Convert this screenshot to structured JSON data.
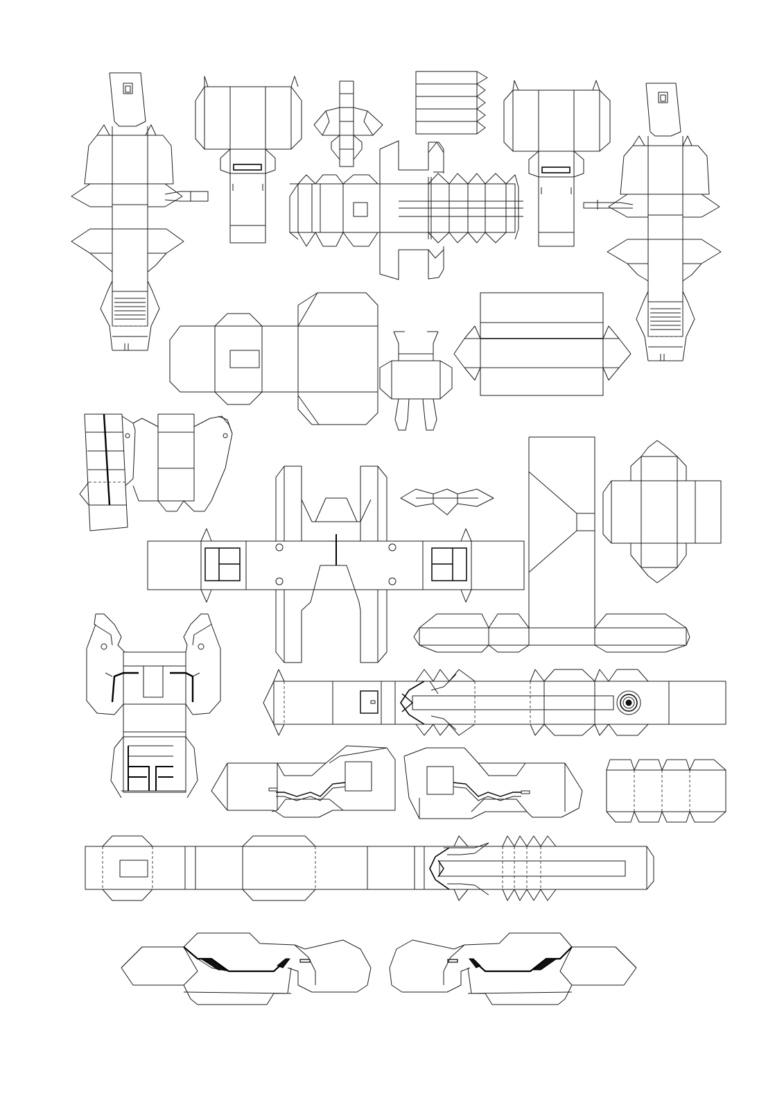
{
  "page": {
    "background": "#ffffff",
    "line_color": "#1a1a1a",
    "fold_line_color": "#444444"
  },
  "pieces": [
    {
      "id": "leg-left-long"
    },
    {
      "id": "head-block-left"
    },
    {
      "id": "shoulder-small-center"
    },
    {
      "id": "fin-strip-top"
    },
    {
      "id": "torso-cross-top"
    },
    {
      "id": "head-block-right"
    },
    {
      "id": "leg-right-long"
    },
    {
      "id": "chest-box"
    },
    {
      "id": "waist-clip"
    },
    {
      "id": "plate-box-right"
    },
    {
      "id": "folded-strip-left"
    },
    {
      "id": "hip-frame-large"
    },
    {
      "id": "bow-tab"
    },
    {
      "id": "tall-arm-panel"
    },
    {
      "id": "cross-box-right"
    },
    {
      "id": "hand-frame-left"
    },
    {
      "id": "arm-strip-eye"
    },
    {
      "id": "claw-left"
    },
    {
      "id": "claw-right"
    },
    {
      "id": "box-strip-small"
    },
    {
      "id": "long-strip-bottom"
    },
    {
      "id": "wing-bottom-left"
    },
    {
      "id": "wing-bottom-right"
    }
  ]
}
